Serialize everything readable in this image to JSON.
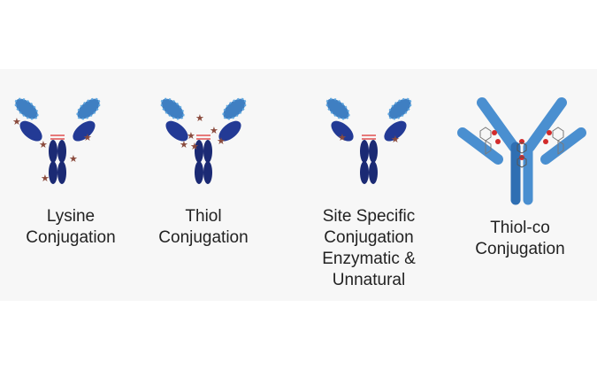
{
  "colors": {
    "domain_dark": "#1b2a74",
    "domain_mid": "#233a95",
    "domain_light": "#3f7fc2",
    "stripe": "#5fa8e0",
    "hinge": "#e05050",
    "payload": "#8a4a3c",
    "igg_blue": "#4a8fd0",
    "igg_blue_dark": "#2f6fb3",
    "linker_red": "#d22a2a",
    "drug_gray": "#7a7a7a"
  },
  "panels": [
    {
      "name": "lysine",
      "icon": "antibody-icon",
      "label_lines": [
        "Lysine",
        "Conjugation"
      ]
    },
    {
      "name": "thiol",
      "icon": "antibody-icon",
      "label_lines": [
        "Thiol",
        "Conjugation"
      ]
    },
    {
      "name": "site-specific",
      "icon": "antibody-icon",
      "label_lines": [
        "Site Specific",
        "Conjugation",
        "Enzymatic &",
        "Unnatural"
      ]
    },
    {
      "name": "thiol-co",
      "icon": "antibody-icon",
      "label_lines": [
        "Thiol-co",
        "Conjugation"
      ]
    }
  ]
}
